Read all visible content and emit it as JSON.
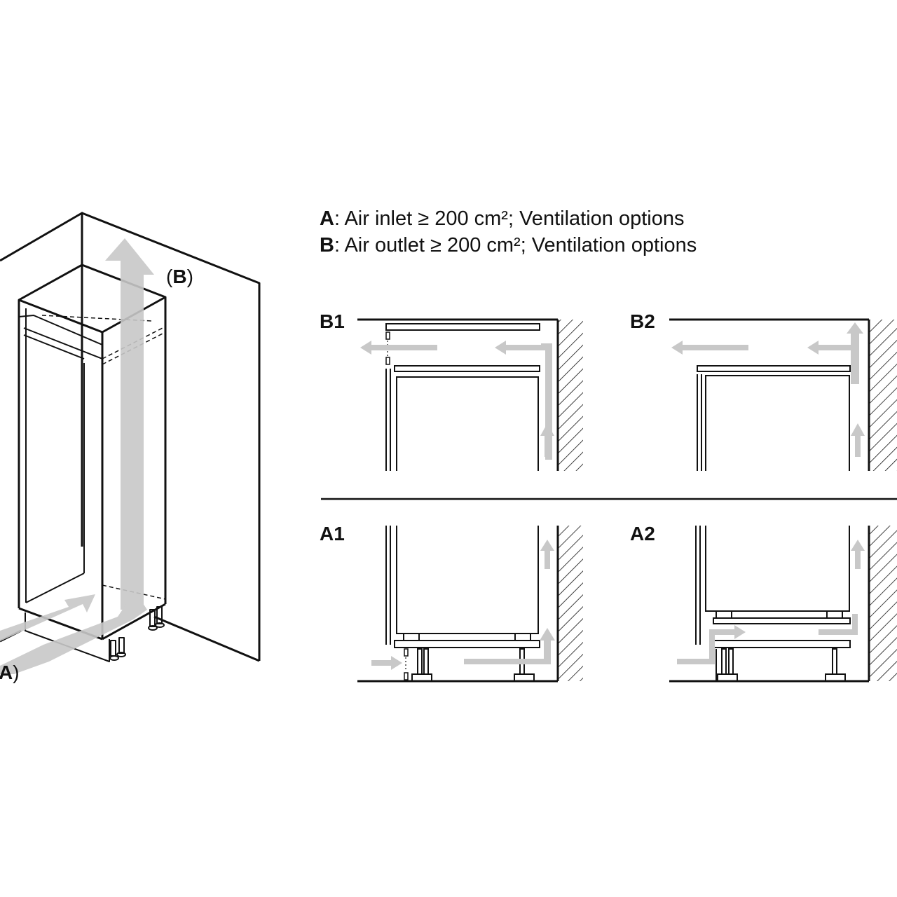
{
  "legend": {
    "a_key": "A",
    "a_text": ": Air inlet ≥ 200 cm²; Ventilation options",
    "b_key": "B",
    "b_text": ": Air outlet ≥ 200 cm²; Ventilation options"
  },
  "callouts": {
    "b_open": "(",
    "b_key": "B",
    "b_close": ")",
    "a_key": "A",
    "a_close": ")"
  },
  "panels": {
    "b1": "B1",
    "b2": "B2",
    "a1": "A1",
    "a2": "A2"
  },
  "colors": {
    "line": "#111111",
    "airflow_arrow": "#c8c8c8"
  }
}
